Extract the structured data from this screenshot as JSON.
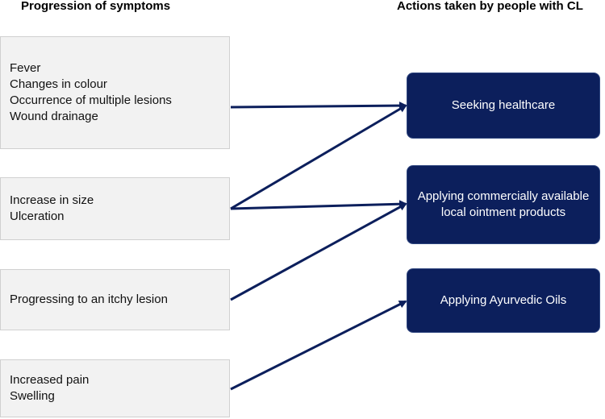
{
  "headings": {
    "symptoms": "Progression of symptoms",
    "actions": "Actions taken by people with CL"
  },
  "symptoms": [
    {
      "lines": [
        "Fever",
        "Changes in colour",
        "Occurrence of multiple lesions",
        "Wound drainage"
      ]
    },
    {
      "lines": [
        "Increase in size",
        "Ulceration"
      ]
    },
    {
      "lines": [
        "Progressing to an itchy lesion"
      ]
    },
    {
      "lines": [
        "Increased pain",
        "Swelling"
      ]
    }
  ],
  "actions": [
    {
      "label": "Seeking healthcare"
    },
    {
      "label": "Applying commercially available local ointment products"
    },
    {
      "label": "Applying Ayurvedic Oils"
    }
  ],
  "connections": [
    {
      "from": 0,
      "to": 0
    },
    {
      "from": 1,
      "to": 0
    },
    {
      "from": 1,
      "to": 1
    },
    {
      "from": 2,
      "to": 1
    },
    {
      "from": 3,
      "to": 2
    }
  ],
  "colors": {
    "action_fill": "#0c1f5c",
    "symptom_fill": "#f2f2f2",
    "arrow": "#0c1f5c"
  }
}
